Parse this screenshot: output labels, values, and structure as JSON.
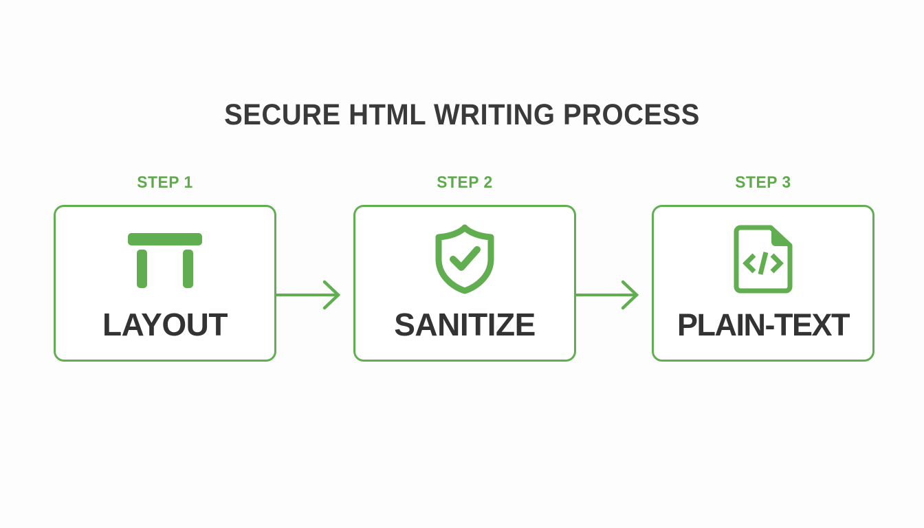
{
  "page": {
    "title": "SECURE HTML WRITING PROCESS",
    "background_color": "#fdfdfd",
    "accent_color": "#61ae50",
    "text_color": "#333333",
    "title_color": "#3a3a3a"
  },
  "flow": {
    "type": "process-flow",
    "direction": "left-to-right",
    "connector": "arrow",
    "steps": [
      {
        "step_label": "STEP 1",
        "name": "LAYOUT",
        "icon": "layout-table-icon",
        "icon_style": "solid"
      },
      {
        "step_label": "STEP 2",
        "name": "SANITIZE",
        "icon": "shield-check-icon",
        "icon_style": "outline"
      },
      {
        "step_label": "STEP 3",
        "name": "PLAIN-TEXT",
        "icon": "code-file-icon",
        "icon_style": "outline"
      }
    ]
  }
}
